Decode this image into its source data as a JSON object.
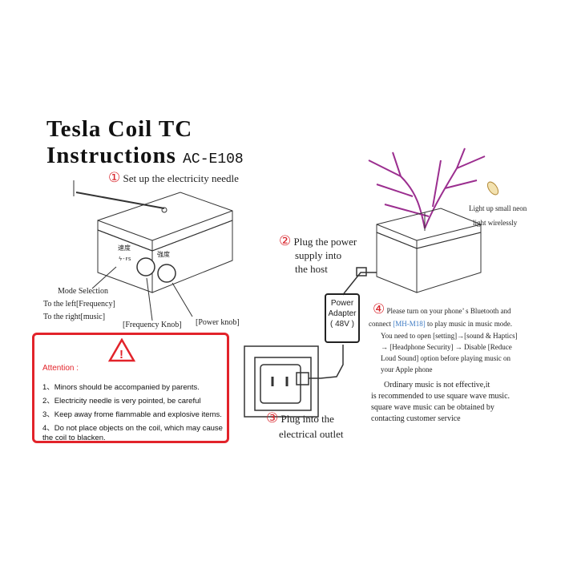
{
  "title_line1": "Tesla Coil TC",
  "title_line2": "Instructions",
  "model": "AC-E108",
  "step1": {
    "num": "①",
    "text": "Set up the electricity needle"
  },
  "left_device": {
    "knob_label_left": "速度",
    "knob_label_right": "強度",
    "mode_label": "Mode Selection",
    "mode_left": "To the left[Frequency]",
    "mode_right": "To the right[music]",
    "frequency_knob": "[Frequency Knob]",
    "power_knob": "[Power knob]"
  },
  "attention": {
    "heading": "Attention :",
    "items": [
      "1、Minors should be accompanied by parents.",
      "2、Electricity needle is very pointed, be careful",
      "3、Keep away frome flammable and explosive items.",
      "4、Do not place objects on the coil, which may cause",
      "the coil to blacken."
    ]
  },
  "neon": {
    "line1": "Light up small neon",
    "line2": "light wirelessly"
  },
  "step2": {
    "num": "②",
    "line1": "Plug the power",
    "line2": "supply into",
    "line3": "the host"
  },
  "adapter": {
    "line1": "Power",
    "line2": "Adapter",
    "line3": "( 48V )"
  },
  "step3": {
    "num": "③",
    "line1": "Plug into the",
    "line2": "electrical outlet"
  },
  "step4": {
    "num": "④",
    "line1": "Please turn on your phone’ s Bluetooth and",
    "line2_pre": "connect ",
    "line2_device": "[MH-M18]",
    "line2_post": " to play music in music mode.",
    "line3": "You need to open [setting]→[sound & Haptics]",
    "line4": "→ [Headphone Security] → Disable [Reduce",
    "line5": "Loud Sound] option before playing music on",
    "line6": "your Apple phone"
  },
  "note": {
    "line1": "Ordinary music is not effective,it",
    "line2": "is recommended to use square wave music.",
    "line3": "square wave music can be obtained by",
    "line4": "contacting customer service"
  },
  "colors": {
    "red": "#e2232a",
    "purple": "#9b2e8f",
    "blue": "#3a78c2"
  }
}
